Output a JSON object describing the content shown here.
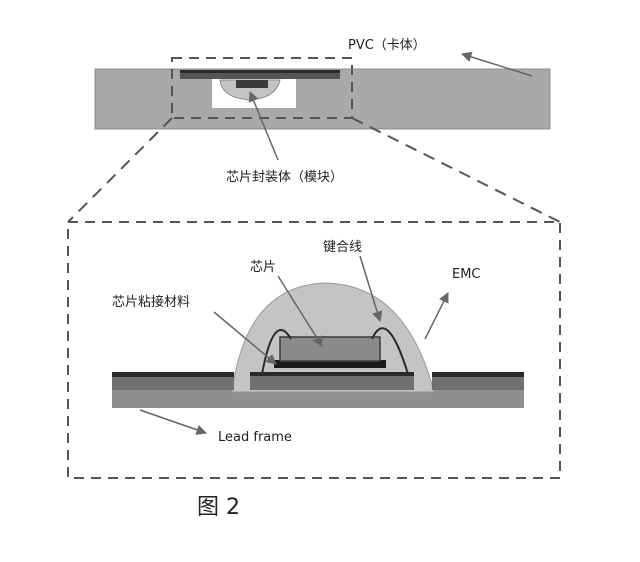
{
  "labels": {
    "pvc": "PVC（卡体）",
    "module": "芯片封装体（模块）",
    "chip": "芯片",
    "wire": "键合线",
    "emc": "EMC",
    "adhesive": "芯片粘接材料",
    "lead_frame": "Lead frame"
  },
  "caption": "图 2",
  "colors": {
    "card": "#a9a9a9",
    "emc": "#c4c4c4",
    "lead_frame": "#8f8f8f",
    "chip": "#8a8a8a",
    "adhesive": "#1a1a1a",
    "dash": "#555555",
    "arrow": "#666666"
  }
}
